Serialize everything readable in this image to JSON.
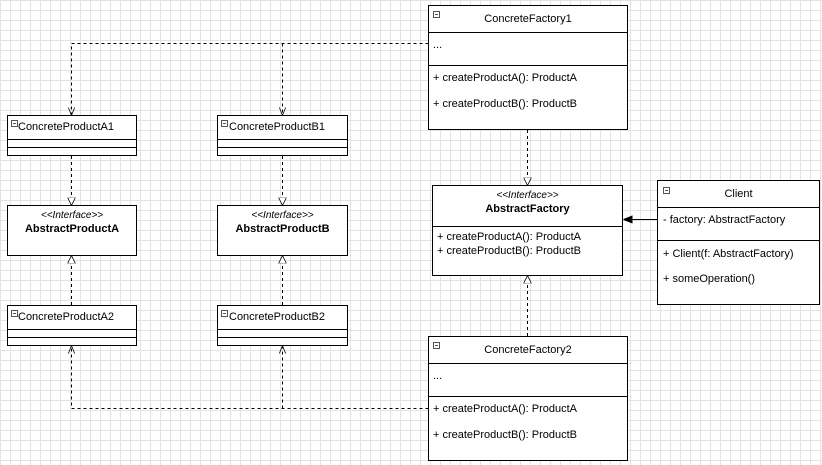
{
  "concreteFactory1": {
    "name": "ConcreteFactory1",
    "attributes": [
      "..."
    ],
    "methods": [
      "+ createProductA(): ProductA",
      "+ createProductB(): ProductB"
    ]
  },
  "concreteFactory2": {
    "name": "ConcreteFactory2",
    "attributes": [
      "..."
    ],
    "methods": [
      "+ createProductA(): ProductA",
      "+ createProductB(): ProductB"
    ]
  },
  "abstractFactory": {
    "stereotype": "<<Interface>>",
    "name": "AbstractFactory",
    "methods": [
      "+ createProductA(): ProductA",
      "+ createProductB(): ProductB"
    ]
  },
  "client": {
    "name": "Client",
    "attributes": [
      "- factory: AbstractFactory"
    ],
    "methods": [
      "+ Client(f: AbstractFactory)",
      "+ someOperation()"
    ]
  },
  "concreteProductA1": {
    "name": "ConcreteProductA1"
  },
  "concreteProductB1": {
    "name": "ConcreteProductB1"
  },
  "concreteProductA2": {
    "name": "ConcreteProductA2"
  },
  "concreteProductB2": {
    "name": "ConcreteProductB2"
  },
  "abstractProductA": {
    "stereotype": "<<Interface>>",
    "name": "AbstractProductA"
  },
  "abstractProductB": {
    "stereotype": "<<Interface>>",
    "name": "AbstractProductB"
  }
}
